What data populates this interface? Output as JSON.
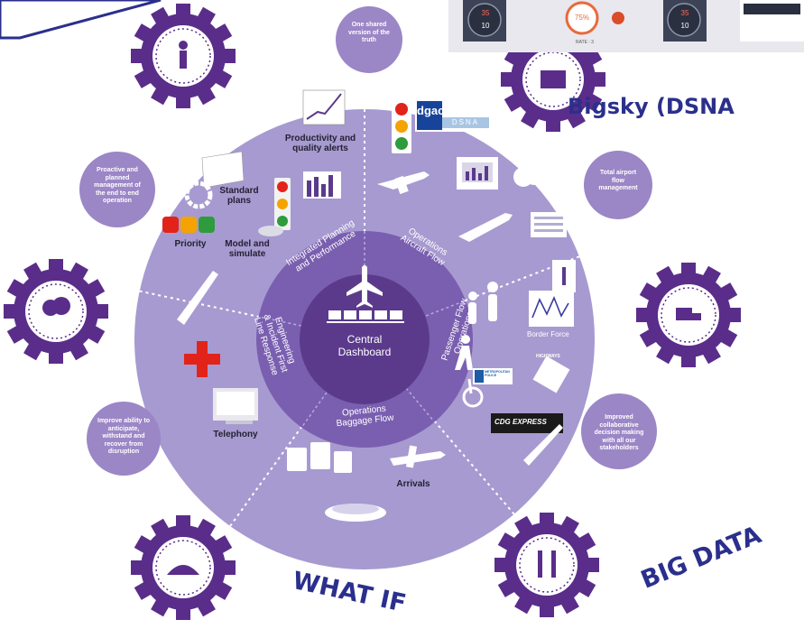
{
  "hub": {
    "center_line1": "Central",
    "center_line2": "Dashboard",
    "ring_sectors": [
      {
        "line1": "Integrated Planning",
        "line2": "and Performance"
      },
      {
        "line1": "Operations",
        "line2": "Aircraft Flow"
      },
      {
        "line1": "Passenger Flow",
        "line2": "Operations"
      },
      {
        "line1": "Operations",
        "line2": "Baggage Flow"
      },
      {
        "line1": "Engineering",
        "line2": "& Incident First",
        "line3": "Line Response"
      }
    ]
  },
  "outer_labels": {
    "productivity": "Productivity and quality alerts",
    "standard_plans": "Standard plans",
    "priority": "Priority",
    "model_simulate": "Model and simulate",
    "telephony": "Telephony",
    "arrivals": "Arrivals",
    "border_force": "Border Force",
    "highways": "HIGHWAYS",
    "police": "METROPOLITAN POLICE",
    "cdg": "CDG EXPRESS",
    "dgac": "dgac",
    "dsna": "DSNA"
  },
  "bubbles": {
    "top": "One shared version of the truth",
    "left": "Proactive and planned management of the end to end operation",
    "right": "Total airport flow management",
    "bottom_left": "Improve ability to anticipate, withstand and recover from disruption",
    "bottom_right": "Improved collaborative decision making with all our stakeholders"
  },
  "callouts": {
    "bigsky": "Bigsky (DSNA",
    "what_if": "WHAT IF",
    "big_data": "BIG DATA"
  },
  "top_screenshot": {
    "gauge1_top": "35",
    "gauge1_bottom": "10",
    "percent": "75%",
    "rate": "RATE : 3",
    "gauge2_top": "35",
    "gauge2_bottom": "10"
  },
  "colors": {
    "purple_dark": "#5b3a8c",
    "purple_mid": "#7a5fb0",
    "purple_light": "#a79ad0",
    "bubble": "#9b86c6",
    "gear": "#5a2d8a",
    "callout_text": "#2b2f8c"
  },
  "icons": [
    "walker-icon",
    "baggage-scanner-icon",
    "storm-icon",
    "truck-icon",
    "terminal-building-icon",
    "bridge-icon",
    "airplane-icon",
    "traffic-light-icon"
  ]
}
